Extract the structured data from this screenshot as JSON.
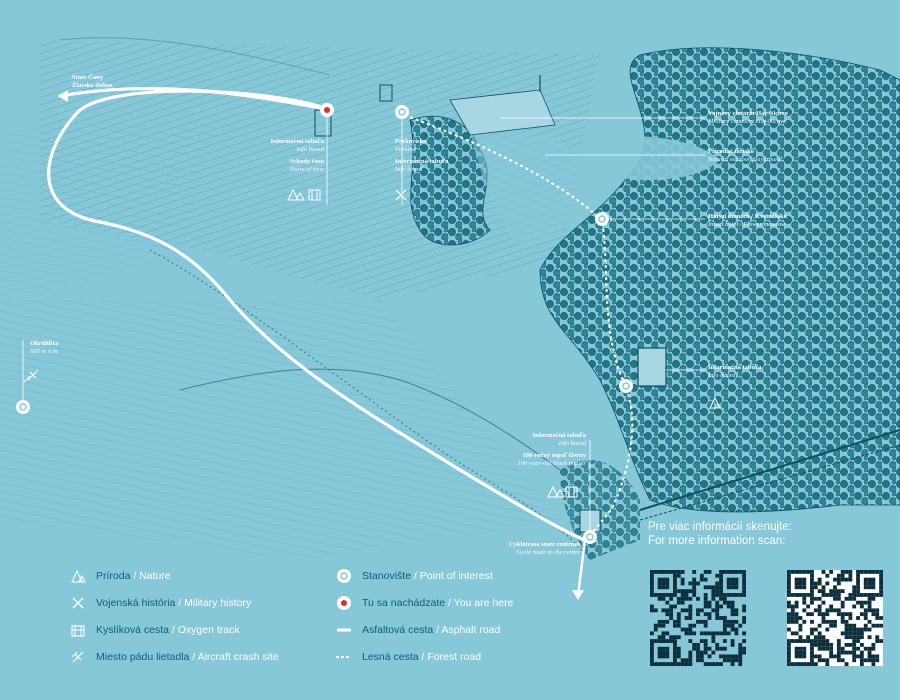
{
  "map": {
    "background": "#86c7d8",
    "forest_color": "#2a8a9c",
    "forest_dark": "#145f72",
    "route_color": "#ffffff"
  },
  "labels": {
    "sverchany": {
      "sk": "Smer Čany",
      "sk2": "Žiarska dolina"
    },
    "info_stairs": {
      "title": "Informačná tabuľa",
      "sub": "Info board",
      "title2": "Schody času",
      "sub2": "Stairs of time"
    },
    "parking": {
      "title": "Parkovisko",
      "sub": "Parking",
      "title2": "Informačná tabuľa",
      "sub2": "Info board"
    },
    "cemetery": {
      "title": "Vojnový cintorín Háj-Nicovo",
      "sub": "Military cemetery Háj-Nicovo"
    },
    "playground": {
      "title": "Prírodné ihrisko",
      "sub": "Natural outdoor playground"
    },
    "insect": {
      "title": "Hmyzí domček / Kvetnáláka",
      "sub": "Insect hotel / Flower meadow"
    },
    "info_forest": {
      "title": "Informačná tabuľa",
      "sub": "Info board"
    },
    "poplar": {
      "title": "Informačná tabuľa",
      "sub": "Info board",
      "title2": "100-ročný topoľ čierny",
      "sub2": "100-year-old black poplar"
    },
    "okruhlica": {
      "title": "Okrúhlica",
      "sub": "686 m n.m."
    },
    "cycle": {
      "title": "Cyklotrasa smer centrum",
      "sub": "Cycle route to the centre"
    }
  },
  "legend": [
    {
      "sk": "Príroda",
      "en": "Nature",
      "icon": "nature-icon"
    },
    {
      "sk": "Vojenská história",
      "en": "Military history",
      "icon": "military-icon"
    },
    {
      "sk": "Kyslíková cesta",
      "en": "Oxygen track",
      "icon": "oxygen-icon"
    },
    {
      "sk": "Miesto pádu lietadla",
      "en": "Aircraft crash site",
      "icon": "plane-icon"
    },
    {
      "sk": "Stanovište",
      "en": "Point of interest",
      "icon": "point-icon"
    },
    {
      "sk": "Tu sa nachádzate",
      "en": "You are here",
      "icon": "you-are-here-icon"
    },
    {
      "sk": "Asfaltová cesta",
      "en": "Asphalt road",
      "icon": "asphalt-road-icon"
    },
    {
      "sk": "Lesná cesta",
      "en": "Forest road",
      "icon": "forest-road-icon"
    }
  ],
  "scan": {
    "sk": "Pre  viac informácií skenujte:",
    "en": "For more information scan:"
  }
}
